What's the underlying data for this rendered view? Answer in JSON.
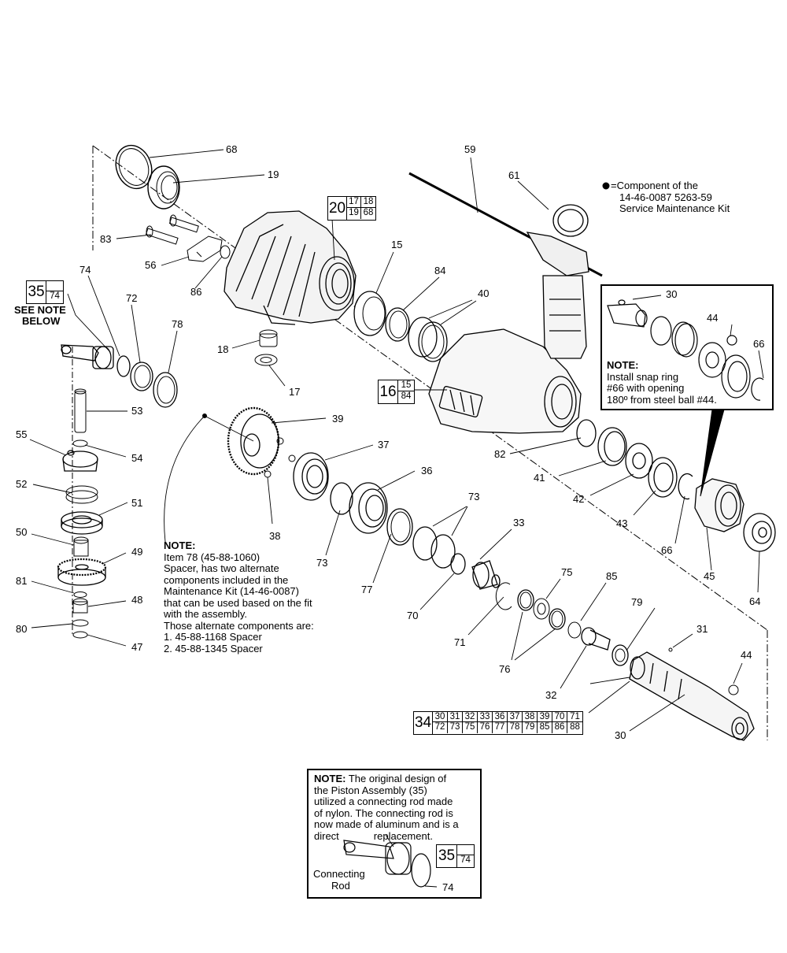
{
  "labels": {
    "68": "68",
    "19": "19",
    "83": "83",
    "56": "56",
    "86": "86",
    "18": "18",
    "17": "17",
    "15": "15",
    "84": "84",
    "40": "40",
    "59": "59",
    "61": "61",
    "74": "74",
    "72": "72",
    "78": "78",
    "53": "53",
    "55": "55",
    "54": "54",
    "52": "52",
    "51": "51",
    "50": "50",
    "49": "49",
    "81": "81",
    "48": "48",
    "80": "80",
    "47": "47",
    "39": "39",
    "37": "37",
    "38": "38",
    "36": "36",
    "73a": "73",
    "73b": "73",
    "77": "77",
    "70": "70",
    "33": "33",
    "71": "71",
    "75": "75",
    "76": "76",
    "85": "85",
    "32": "32",
    "79": "79",
    "31": "31",
    "44b": "44",
    "30b": "30",
    "82": "82",
    "41": "41",
    "42": "42",
    "43": "43",
    "66": "66",
    "45": "45",
    "64": "64",
    "30a": "30",
    "44a": "44",
    "66a": "66",
    "74b": "74"
  },
  "kits": {
    "k20": {
      "main": "20",
      "subs": [
        "17",
        "18",
        "19",
        "68"
      ]
    },
    "k16": {
      "main": "16",
      "subs": [
        "15",
        "84"
      ]
    },
    "k35": {
      "main": "35",
      "subs": [
        "74"
      ]
    },
    "k35b": {
      "main": "35",
      "subs": [
        "74"
      ]
    },
    "k34": {
      "main": "34",
      "subs": [
        "30",
        "31",
        "32",
        "33",
        "36",
        "37",
        "38",
        "39",
        "70",
        "71",
        "72",
        "73",
        "75",
        "76",
        "77",
        "78",
        "79",
        "85",
        "86",
        "88"
      ]
    }
  },
  "see_note": {
    "line1": "SEE NOTE",
    "line2": "BELOW"
  },
  "legend": {
    "bullet": "●",
    "eq": "=",
    "line1": "Component of the",
    "line2": "14-46-0087 5263-59",
    "line3": "Service Maintenance Kit"
  },
  "inset_note": {
    "heading": "NOTE:",
    "line1": "Install snap ring",
    "line2": "#66 with opening",
    "line3": "180º from steel ball #44."
  },
  "spacer_note": {
    "heading": "NOTE:",
    "lines": [
      "Item 78 (45-88-1060)",
      "Spacer, has two alternate",
      "components included in the",
      "Maintenance Kit (14-46-0087)",
      "that can be used based on the fit",
      "with the assembly.",
      "Those alternate components are:",
      "1. 45-88-1168 Spacer",
      "2. 45-88-1345 Spacer"
    ]
  },
  "piston_note": {
    "heading": "NOTE:",
    "first": " The original design of",
    "lines": [
      "the Piston Assembly (35)",
      "utilized a connecting rod made",
      "of nylon. The connecting rod is",
      "now made of aluminum and is a"
    ],
    "direct": "direct",
    "replacement": "replacement.",
    "rod1": "Connecting",
    "rod2": "Rod"
  }
}
